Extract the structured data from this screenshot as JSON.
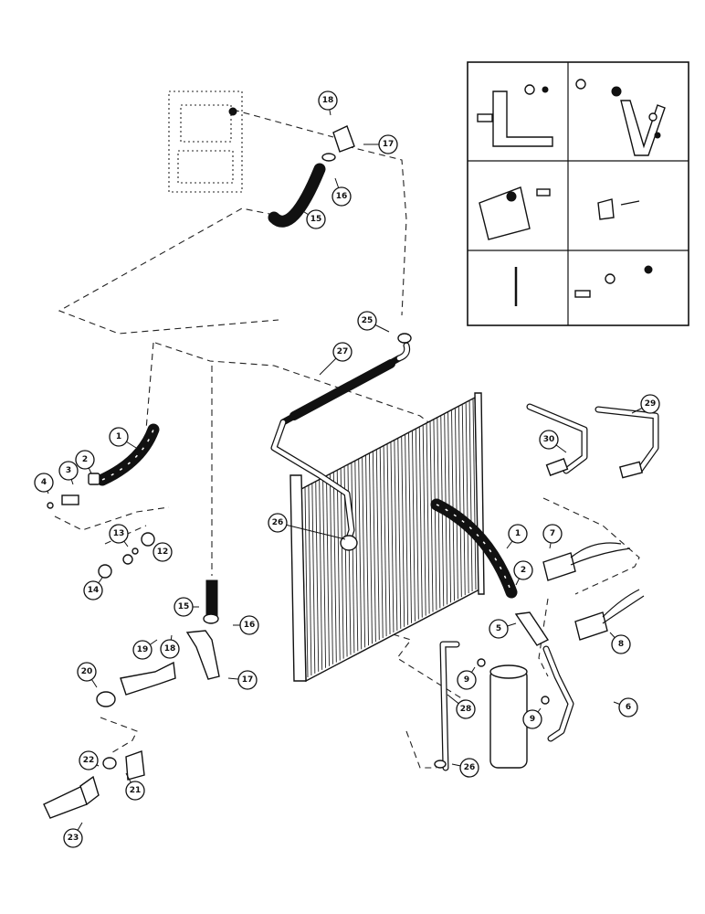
{
  "callouts": [
    {
      "label": "1"
    },
    {
      "label": "1"
    },
    {
      "label": "2"
    },
    {
      "label": "2"
    },
    {
      "label": "3"
    },
    {
      "label": "4"
    },
    {
      "label": "5"
    },
    {
      "label": "6"
    },
    {
      "label": "7"
    },
    {
      "label": "8"
    },
    {
      "label": "9"
    },
    {
      "label": "9"
    },
    {
      "label": "12"
    },
    {
      "label": "13"
    },
    {
      "label": "14"
    },
    {
      "label": "15"
    },
    {
      "label": "15"
    },
    {
      "label": "16"
    },
    {
      "label": "16"
    },
    {
      "label": "17"
    },
    {
      "label": "17"
    },
    {
      "label": "18"
    },
    {
      "label": "18"
    },
    {
      "label": "19"
    },
    {
      "label": "20"
    },
    {
      "label": "21"
    },
    {
      "label": "22"
    },
    {
      "label": "23"
    },
    {
      "label": "25"
    },
    {
      "label": "26"
    },
    {
      "label": "26"
    },
    {
      "label": "27"
    },
    {
      "label": "28"
    },
    {
      "label": "29"
    },
    {
      "label": "30"
    }
  ],
  "colors": {
    "ink": "#111111",
    "paper": "#ffffff"
  }
}
